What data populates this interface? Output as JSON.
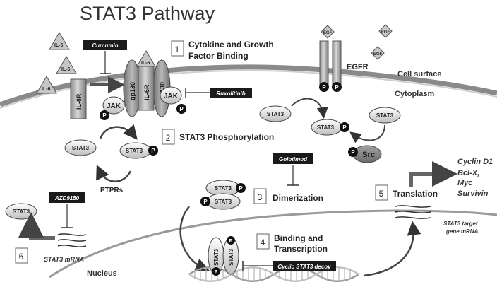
{
  "title": "STAT3 Pathway",
  "steps": {
    "s1": {
      "num": "1",
      "line1": "Cytokine and Growth",
      "line2": "Factor Binding"
    },
    "s2": {
      "num": "2",
      "line1": "STAT3 Phosphorylation"
    },
    "s3": {
      "num": "3",
      "line1": "Dimerization"
    },
    "s4": {
      "num": "4",
      "line1": "Binding and",
      "line2": "Transcription"
    },
    "s5": {
      "num": "5",
      "line1": "Translation"
    },
    "s6": {
      "num": "6"
    }
  },
  "inhibitors": {
    "curcumin": "Curcumin",
    "ruxolitinib": "Ruxolitinib",
    "golotimod": "Golotimod",
    "azd9150": "AZD9150",
    "decoy": "Cyclic STAT3 decoy"
  },
  "labels": {
    "il6": "IL-6",
    "il6r": "IL-6R",
    "gp130": "gp130",
    "jak": "JAK",
    "p": "P",
    "egf": "EGF",
    "egfr": "EGFR",
    "cell_surface": "Cell surface",
    "cytoplasm": "Cytoplasm",
    "stat3": "STAT3",
    "src": "Src",
    "ptprs": "PTPRs",
    "nucleus": "Nucleus",
    "stat3_mrna": "STAT3 mRNA",
    "target_mrna_1": "STAT3 target",
    "target_mrna_2": "gene mRNA"
  },
  "targets": {
    "g1": "Cyclin D1",
    "g2a": "Bcl-X",
    "g2sub": "L",
    "g3": "Myc",
    "g4": "Survivin"
  }
}
